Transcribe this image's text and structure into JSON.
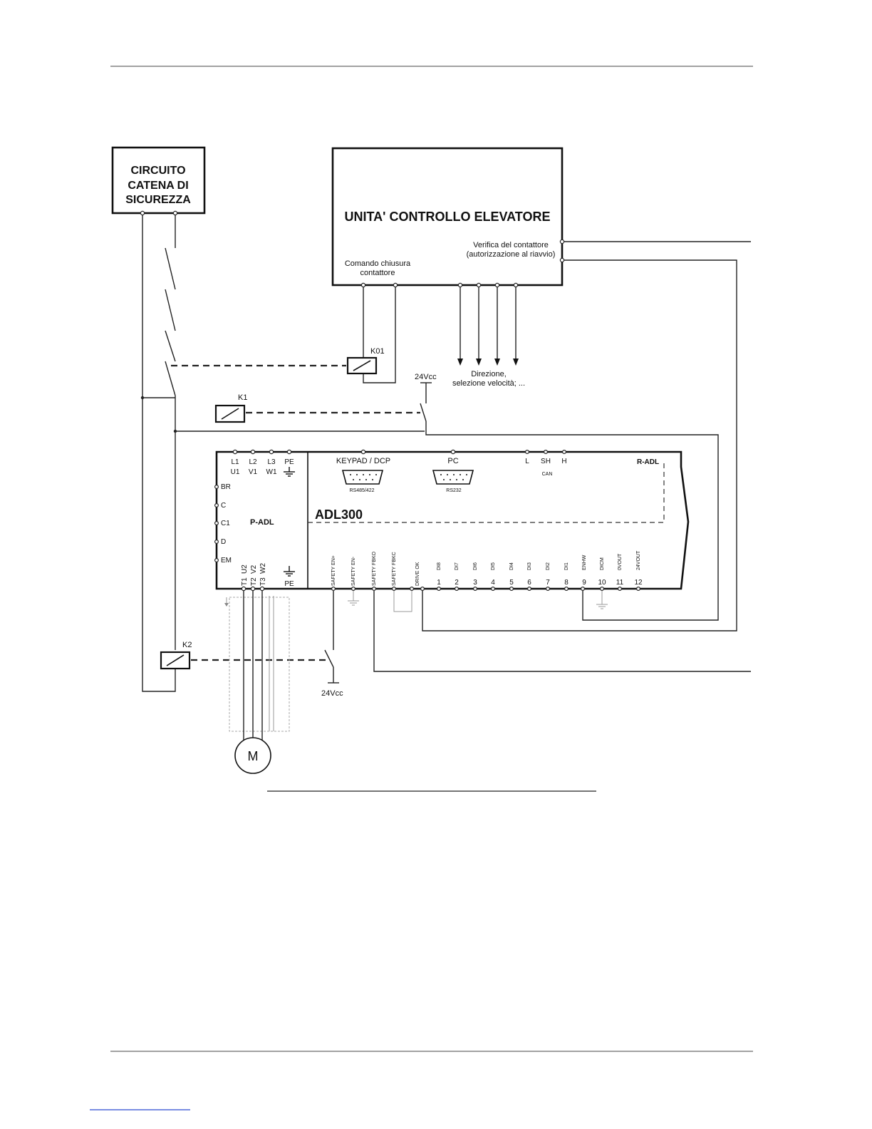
{
  "safety_box": {
    "line1": "CIRCUITO",
    "line2": "CATENA DI",
    "line3": "SICUREZZA"
  },
  "control_unit": {
    "title": "UNITA' CONTROLLO ELEVATORE",
    "cmd_line1": "Comando chiusura",
    "cmd_line2": "contattore",
    "verify_line1": "Verifica del contattore",
    "verify_line2": "(autorizzazione al riavvio)",
    "dir_line1": "Direzione,",
    "dir_line2": "selezione velocità; ..."
  },
  "relays": {
    "k01": "K01",
    "k1": "K1",
    "k2": "K2"
  },
  "supply": {
    "top": "24Vcc",
    "bottom": "24Vcc"
  },
  "drive": {
    "name": "ADL300",
    "power_section": "P-ADL",
    "regulation_section": "R-ADL",
    "top_left_row1": [
      "L1",
      "L2",
      "L3",
      "PE"
    ],
    "top_left_row2": [
      "U1",
      "V1",
      "W1"
    ],
    "left_side": [
      "BR",
      "C",
      "C1",
      "D",
      "EM"
    ],
    "motor_row1": [
      "U2",
      "V2",
      "W2"
    ],
    "motor_row2": [
      "T1",
      "T2",
      "T3",
      "PE"
    ],
    "keypad_label": "KEYPAD / DCP",
    "keypad_sub": "RS485/422",
    "pc_label": "PC",
    "pc_sub": "RS232",
    "can_terms": [
      "L",
      "SH",
      "H"
    ],
    "can_label": "CAN",
    "bottom_signals": [
      "SAFETY EN+",
      "SAFETY EN-",
      "SAFETY FBKO",
      "SAFETY FBKC",
      "DRIVE OK",
      "DI8",
      "DI7",
      "DI6",
      "DI5",
      "DI4",
      "DI3",
      "DI2",
      "DI1",
      "ENHW",
      "DICM",
      "0VOUT",
      "24VOUT"
    ],
    "bottom_numbers": [
      "1",
      "2",
      "3",
      "4",
      "5",
      "6",
      "7",
      "8",
      "9",
      "10",
      "11",
      "12"
    ]
  },
  "motor": {
    "label": "M"
  }
}
